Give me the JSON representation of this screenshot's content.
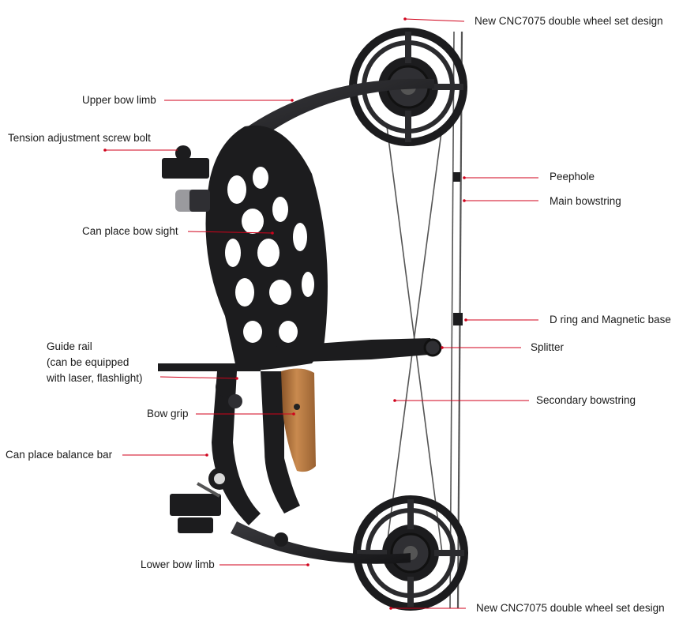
{
  "labels": {
    "top_wheel": "New CNC7075 double wheel set design",
    "upper_limb": "Upper bow limb",
    "tension_bolt": "Tension adjustment screw bolt",
    "peephole": "Peephole",
    "main_string": "Main bowstring",
    "bow_sight": "Can place bow sight",
    "d_ring": "D ring and Magnetic base",
    "splitter": "Splitter",
    "guide_rail": [
      "Guide rail",
      "(can be equipped",
      "with laser, flashlight)"
    ],
    "secondary_string": "Secondary bowstring",
    "bow_grip": "Bow grip",
    "balance_bar": "Can place balance bar",
    "lower_limb": "Lower bow limb",
    "bottom_wheel": "New CNC7075 double wheel set design"
  },
  "colors": {
    "leader": "#d0021b",
    "metal": "#1c1c1e",
    "metal_light": "#3a3a3e",
    "wood": "#b8763e",
    "wood_dark": "#8a5428",
    "string": "#555555"
  },
  "icons": {
    "bow": "compound-bow-illustration"
  }
}
